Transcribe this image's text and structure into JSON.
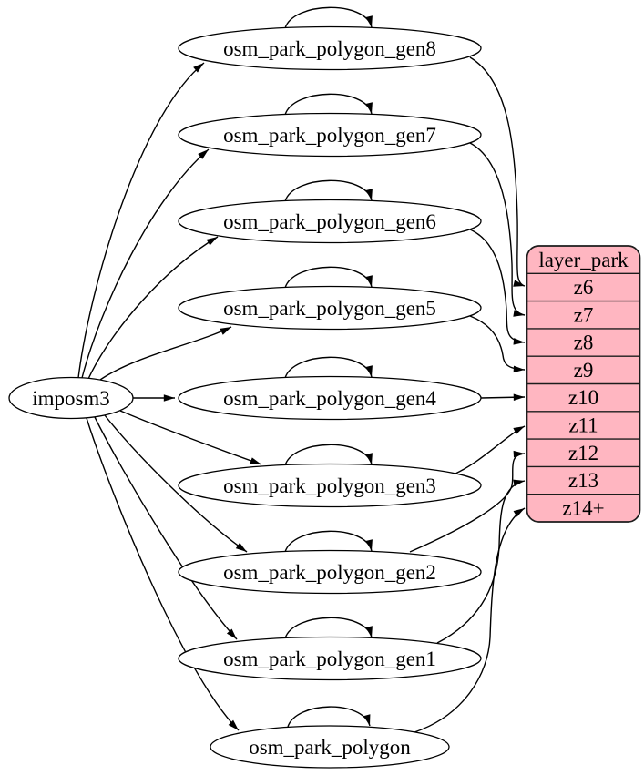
{
  "source": {
    "label": "imposm3"
  },
  "tables": [
    {
      "label": "osm_park_polygon_gen8",
      "from": "imposm3",
      "self_loop": true,
      "feeds": "z6"
    },
    {
      "label": "osm_park_polygon_gen7",
      "from": "imposm3",
      "self_loop": true,
      "feeds": "z7"
    },
    {
      "label": "osm_park_polygon_gen6",
      "from": "imposm3",
      "self_loop": true,
      "feeds": "z8"
    },
    {
      "label": "osm_park_polygon_gen5",
      "from": "imposm3",
      "self_loop": true,
      "feeds": "z9"
    },
    {
      "label": "osm_park_polygon_gen4",
      "from": "imposm3",
      "self_loop": true,
      "feeds": "z10"
    },
    {
      "label": "osm_park_polygon_gen3",
      "from": "imposm3",
      "self_loop": true,
      "feeds": "z11"
    },
    {
      "label": "osm_park_polygon_gen2",
      "from": "imposm3",
      "self_loop": true,
      "feeds": "z12"
    },
    {
      "label": "osm_park_polygon_gen1",
      "from": "imposm3",
      "self_loop": true,
      "feeds": "z13"
    },
    {
      "label": "osm_park_polygon",
      "from": "imposm3",
      "self_loop": true,
      "feeds": "z14+"
    }
  ],
  "layer": {
    "title": "layer_park",
    "rows": [
      "z6",
      "z7",
      "z8",
      "z9",
      "z10",
      "z11",
      "z12",
      "z13",
      "z14+"
    ]
  },
  "colors": {
    "layer_fill": "#FFB6C1",
    "node_fill": "#FFFFFF",
    "edge": "#000000"
  }
}
